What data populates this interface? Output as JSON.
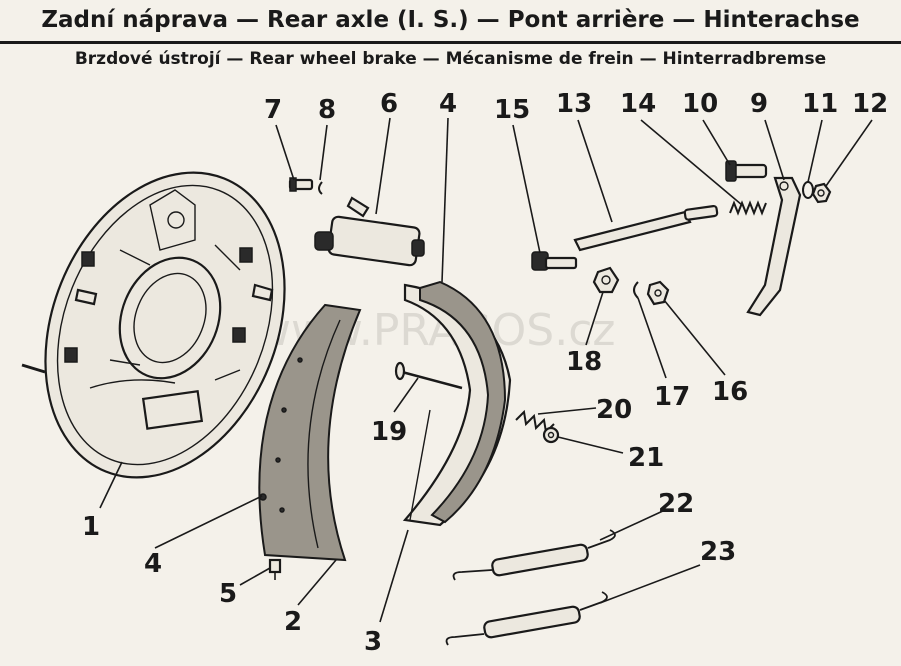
{
  "header": {
    "title": "Zadní náprava — Rear axle (I. S.) — Pont arrière — Hinterachse",
    "subtitle": "Brzdové ústrojí — Rear wheel brake — Mécanisme de frein — Hinterradbremse"
  },
  "watermark": "www.PRAGOS.cz",
  "callouts": {
    "n1": "1",
    "n2": "2",
    "n3": "3",
    "n4a": "4",
    "n4b": "4",
    "n5": "5",
    "n6": "6",
    "n7": "7",
    "n8": "8",
    "n9": "9",
    "n10": "10",
    "n11": "11",
    "n12": "12",
    "n13": "13",
    "n14": "14",
    "n15": "15",
    "n16": "16",
    "n17": "17",
    "n18": "18",
    "n19": "19",
    "n20": "20",
    "n21": "21",
    "n22": "22",
    "n23": "23"
  }
}
